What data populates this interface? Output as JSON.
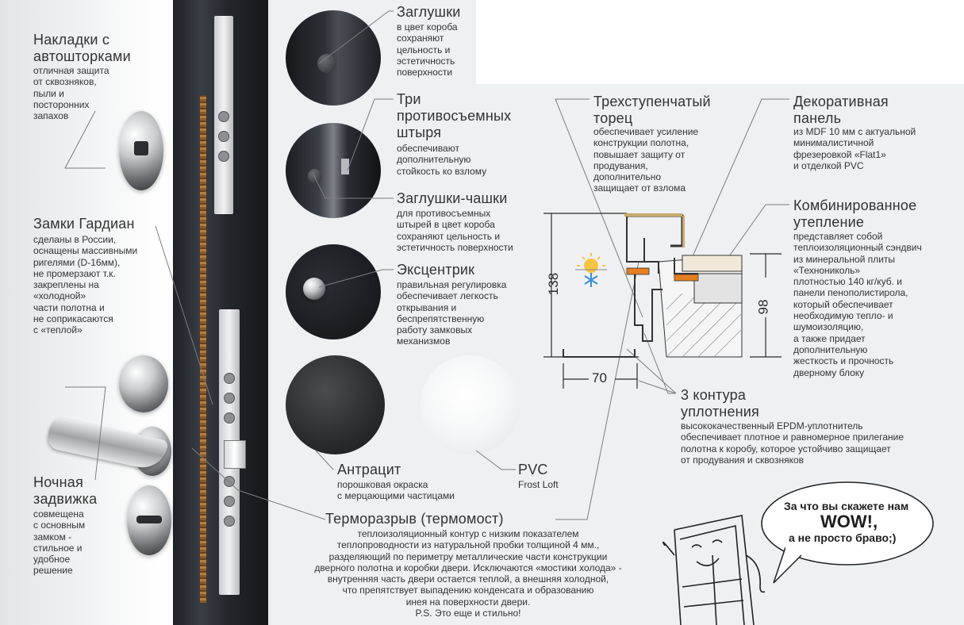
{
  "left": {
    "nakladki": {
      "title": [
        "Накладки с",
        "автошторками"
      ],
      "body": "отличная защита\nот сквозняков,\nпыли и\nпосторонних\nзапахов"
    },
    "zamki": {
      "title": "Замки Гардиан",
      "body": "сделаны в России,\nоснащены массивными\nригелями (D-16мм),\nне промерзают т.к.\nзакреплены на\n«холодной»\nчасти полотна и\nне соприкасаются\nс «теплой»"
    },
    "zadvizhka": {
      "title": [
        "Ночная",
        "задвижка"
      ],
      "body": "совмещена\nс основным\nзамком -\nстильное и\nудобное\nрешение"
    }
  },
  "mid": {
    "zaglushki": {
      "title": "Заглушки",
      "body": "в цвет короба\nсохраняют\nцельность и\nэстетичность\nповерхности"
    },
    "shtyri": {
      "title": [
        "Три",
        "противосъемных",
        "штыря"
      ],
      "body": "обеспечивают\nдополнительную\nстойкость ко взлому"
    },
    "chashki": {
      "title": "Заглушки-чашки",
      "body": "для противосъемных\nштырей в цвет короба\nсохраняют цельность и\nэстетичность поверхности"
    },
    "ekscentrik": {
      "title": "Эксцентрик",
      "body": "правильная регулировка\nобеспечивает легкость\nоткрывания и\nбеспрепятственную\nработу замковых\nмеханизмов"
    },
    "antracit": {
      "title": "Антрацит",
      "body": "порошковая окраска\nс мерцающими частицами"
    },
    "pvc": {
      "title": "PVC",
      "body": "Frost Loft"
    },
    "termomost": {
      "title": "Терморазрыв (термомост)",
      "body": "теплоизоляционный контур с низким показателем\nтеплопроводности из натуральной пробки толщиной 4 мм.,\nразделяющий по периметру металлические части конструкции\nдверного полотна и коробки двери. Исключаются «мостики холода» -\nвнутренняя часть двери остается теплой, а внешняя холодной,\nчто препятствует выпадению конденсата и образованию\nинея на поверхности двери.\nP.S. Это еще и стильно!"
    }
  },
  "right": {
    "torec": {
      "title": [
        "Трехступенчатый",
        "торец"
      ],
      "body": "обеспечивает усиление\nконструкции полотна,\nповышает защиту от\nпродувания,\nдополнительно\nзащищает от взлома"
    },
    "panel": {
      "title": [
        "Декоративная",
        "панель"
      ],
      "body": "из MDF 10 мм с актуальной\nминималистичной\nфрезеровкой «Flat1»\nи отделкой PVC"
    },
    "uteplenie": {
      "title": [
        "Комбинированное",
        "утепление"
      ],
      "body": "представляет собой\nтеплоизоляционный сэндвич\nиз минеральной плиты\n«Технониколь»\nплотностью 140 кг/куб. и\nпанели пенополистирола,\nкоторый обеспечивает\nнеобходимую тепло- и\nшумоизоляцию,\nа также придает\nдополнительную\nжесткость и прочность\nдверному блоку"
    },
    "kontura": {
      "title": [
        "3 контура",
        "уплотнения"
      ],
      "body": "высококачественный EPDM-уплотнитель\nобеспечивает плотное и равномерное прилегание\nполотна к коробу, которое устойчиво защищает\nот продувания и сквозняков"
    }
  },
  "dims": {
    "height": "138",
    "width": "70",
    "depth": "98"
  },
  "bubble": {
    "line1": "За что вы скажете нам",
    "wow": "WOW!",
    "comma": ",",
    "line2": "а не просто браво;)"
  },
  "icons": [
    "sun-snowflake-icon",
    "door-character-illustration"
  ],
  "colors": {
    "text": "#333333",
    "accent_orange": "#e67e22",
    "background": "#eef0f2",
    "frame_line": "#2b2b2b"
  }
}
